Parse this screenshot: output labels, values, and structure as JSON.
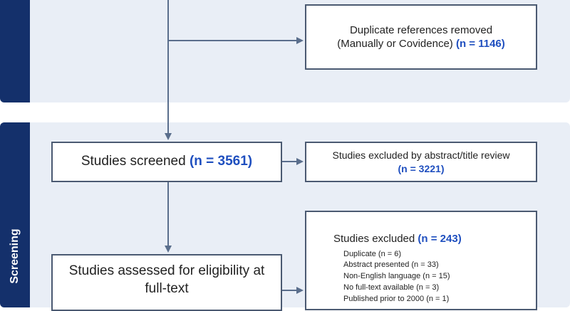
{
  "phases": {
    "screening": "Screening"
  },
  "boxes": {
    "duplicates": {
      "line1": "Duplicate references removed",
      "line2_text": "(Manually or Covidence) ",
      "line2_count": "(n = 1146)"
    },
    "screened": {
      "text": "Studies screened ",
      "count": "(n = 3561)"
    },
    "excluded_abstract": {
      "line1": "Studies excluded by abstract/title review",
      "count": "(n = 3221)"
    },
    "eligibility": {
      "line1": "Studies assessed for eligibility at",
      "line2": "full-text"
    },
    "excluded_fulltext": {
      "title": "Studies excluded ",
      "count": "(n = 243)",
      "reasons": [
        "Duplicate (n = 6)",
        "Abstract presented (n = 33)",
        "Non-English language (n = 15)",
        "No full-text available (n = 3)",
        "Published prior to 2000 (n = 1)"
      ]
    }
  },
  "colors": {
    "phase_tab": "#14306b",
    "panel_bg": "#e9eef6",
    "box_border": "#4b5a72",
    "count_text": "#1f4fbf",
    "arrow": "#5a6e8c"
  }
}
